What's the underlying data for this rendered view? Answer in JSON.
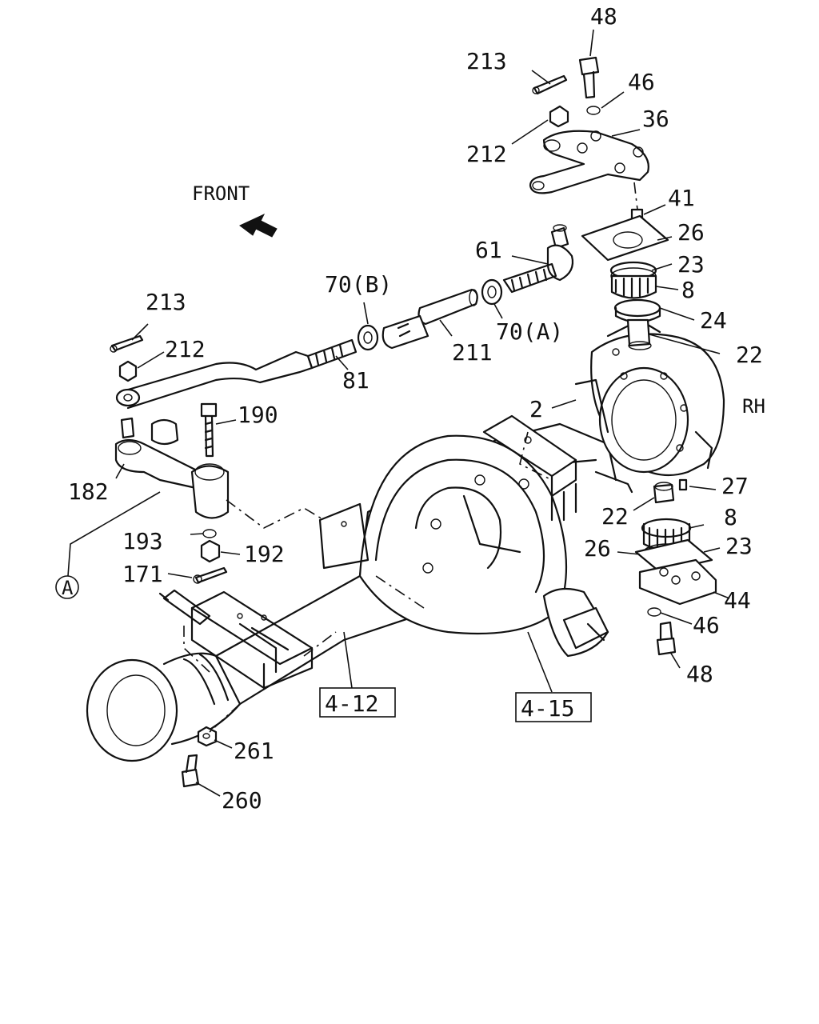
{
  "diagram": {
    "direction_label": "FRONT",
    "side_label": "RH",
    "callout_marker": "A",
    "references": [
      "4-12",
      "4-15"
    ],
    "callouts": {
      "c48_top": "48",
      "c213_top": "213",
      "c46_top": "46",
      "c36": "36",
      "c212_top": "212",
      "c41": "41",
      "c26_top": "26",
      "c61": "61",
      "c23_top": "23",
      "c8_top": "8",
      "c24": "24",
      "c22_top": "22",
      "c70b": "70(B)",
      "c70a": "70(A)",
      "c211": "211",
      "c81": "81",
      "c213_left": "213",
      "c212_left": "212",
      "c190": "190",
      "c2": "2",
      "c182": "182",
      "c27": "27",
      "c22_bottom": "22",
      "c8_bottom": "8",
      "c26_bottom": "26",
      "c23_bottom": "23",
      "c193": "193",
      "c192": "192",
      "c171": "171",
      "c44": "44",
      "c46_bottom": "46",
      "c48_bottom": "48",
      "c261": "261",
      "c260": "260"
    }
  }
}
